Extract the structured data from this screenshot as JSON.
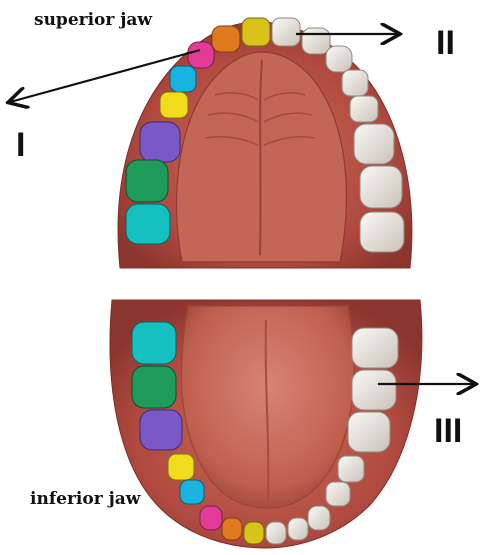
{
  "labels": {
    "upper_jaw": "superior jaw",
    "lower_jaw": "inferior jaw",
    "roman_1": "I",
    "roman_2": "II",
    "roman_3": "III"
  },
  "colors": {
    "gum": "#b8544a",
    "gum_dark": "#7f2f28",
    "palate": "#c9705f",
    "tongue": "#c96a5c",
    "tooth_white": "#efe9e2",
    "incisor_yellow": "#d9c21a",
    "canine_orange": "#e07a1c",
    "lateral_pink": "#e23c98",
    "premolar1_cyan": "#19b3e0",
    "premolar2_yellow": "#f0dc1c",
    "molar1_purple": "#7a58c8",
    "molar2_green": "#1e9a5a",
    "molar3_teal": "#14c0c0"
  }
}
